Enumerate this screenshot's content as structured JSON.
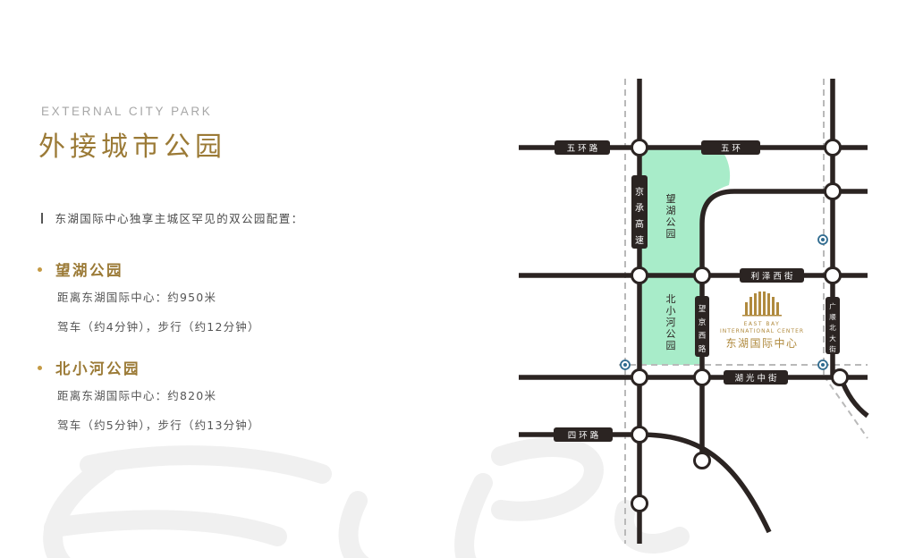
{
  "header": {
    "subtitle": "EXTERNAL CITY PARK",
    "title": "外接城市公园"
  },
  "intro": "东湖国际中心独享主城区罕见的双公园配置：",
  "parks": [
    {
      "name": "望湖公园",
      "distance": "距离东湖国际中心：约950米",
      "time": "驾车（约4分钟），步行（约12分钟）"
    },
    {
      "name": "北小河公园",
      "distance": "距离东湖国际中心：约820米",
      "time": "驾车（约5分钟），步行（约13分钟）"
    }
  ],
  "map": {
    "road_labels": {
      "wuhuan_left": "五 环 路",
      "wuhuan_right": "五 环",
      "lize": "利 泽 西 街",
      "huguang": "湖 光 中 街",
      "sihuan": "四 环 路",
      "jingcheng": [
        "京",
        "承",
        "高",
        "速"
      ],
      "wangjing": [
        "望",
        "京",
        "西",
        "路"
      ],
      "guangshun": [
        "广",
        "顺",
        "北",
        "大",
        "街"
      ]
    },
    "park_labels": {
      "wanghu": [
        "望",
        "湖",
        "公",
        "园"
      ],
      "beixiaohe": [
        "北",
        "小",
        "河",
        "公",
        "园"
      ]
    },
    "landmark": {
      "name_en_1": "EAST BAY",
      "name_en_2": "INTERNATIONAL CENTER",
      "name_cn": "东湖国际中心"
    },
    "colors": {
      "road": "#2b2422",
      "park": "#a8ecc9",
      "gold": "#b08a3e",
      "rail": "#b9b9b9",
      "metro": "#2f6b8f"
    }
  }
}
